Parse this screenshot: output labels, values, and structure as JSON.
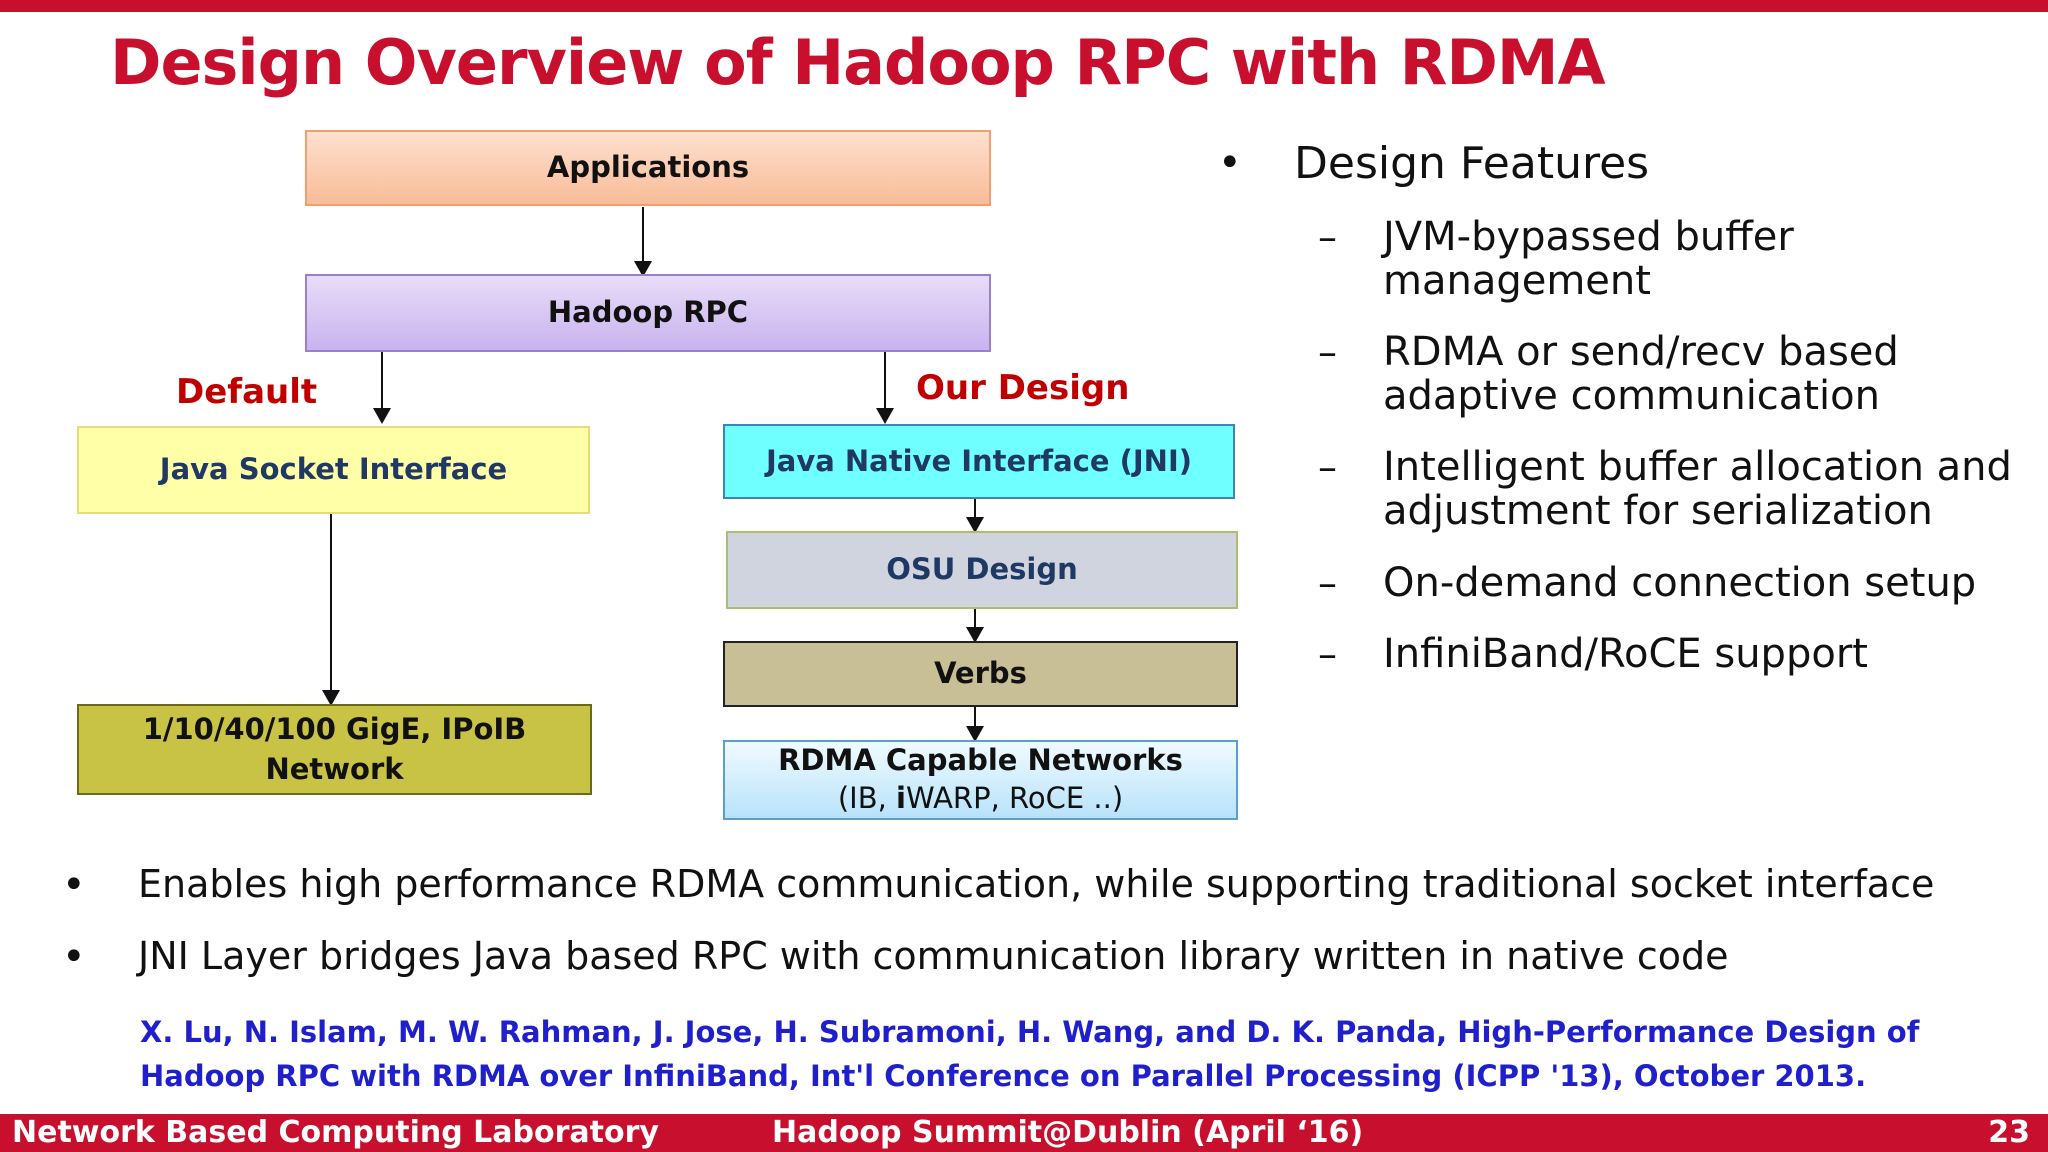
{
  "slide": {
    "title": "Design Overview of Hadoop RPC with RDMA",
    "accent_color": "#c8102e"
  },
  "diagram": {
    "applications": "Applications",
    "hadoop_rpc": "Hadoop RPC",
    "default_label": "Default",
    "our_design_label": "Our Design",
    "java_socket": "Java Socket Interface",
    "socket_network_line1": "1/10/40/100 GigE, IPoIB",
    "socket_network_line2": "Network",
    "jni": "Java Native Interface (JNI)",
    "osu_design": "OSU Design",
    "verbs": "Verbs",
    "rdma_networks_line1": "RDMA Capable Networks",
    "rdma_networks_line2_a": "(IB, ",
    "rdma_networks_line2_b": "i",
    "rdma_networks_line2_c": "WARP, RoCE ..)"
  },
  "features": {
    "heading": "Design Features",
    "items": [
      [
        "JVM-bypassed buffer",
        "management"
      ],
      [
        "RDMA or send/recv based",
        "adaptive communication"
      ],
      [
        "Intelligent buffer allocation and",
        "adjustment for serialization"
      ],
      [
        "On-demand connection setup"
      ],
      [
        "InfiniBand/RoCE support"
      ]
    ]
  },
  "bullets": [
    "Enables high performance RDMA communication, while supporting traditional socket interface",
    "JNI Layer bridges Java based RPC with communication library written in native code"
  ],
  "reference": "X. Lu, N. Islam, M. W. Rahman, J. Jose, H. Subramoni, H. Wang, and D. K. Panda, High-Performance Design of Hadoop RPC with RDMA over InfiniBand, Int'l Conference on Parallel Processing (ICPP '13), October 2013.",
  "footer": {
    "left": "Network Based Computing Laboratory",
    "center": "Hadoop Summit@Dublin (April ‘16)",
    "page": "23"
  }
}
